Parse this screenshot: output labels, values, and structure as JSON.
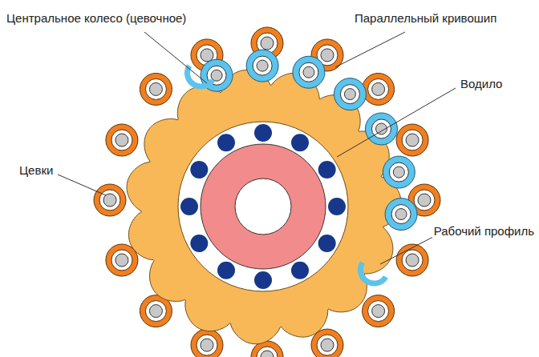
{
  "diagram": {
    "labels": [
      "Центральное колесо (цевочное)",
      "Параллельный кривошип",
      "Водило",
      "Цевки",
      "Рабочий профиль"
    ]
  }
}
